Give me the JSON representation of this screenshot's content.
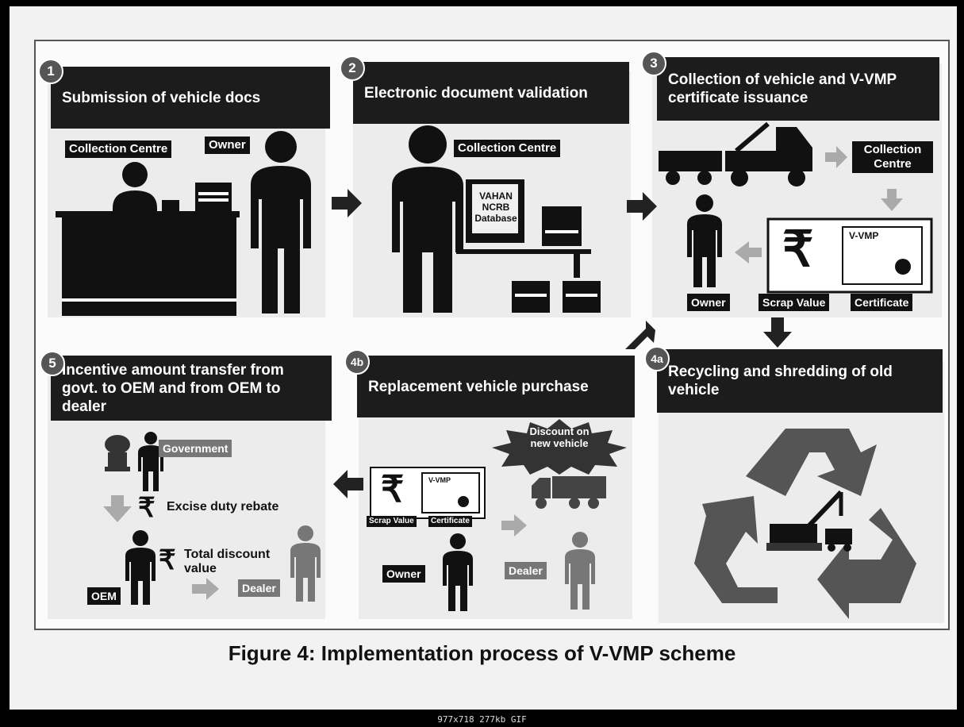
{
  "steps": [
    {
      "num": "1",
      "title": "Submission of vehicle docs"
    },
    {
      "num": "2",
      "title": "Electronic document validation"
    },
    {
      "num": "3",
      "title": "Collection of vehicle and V-VMP certificate issuance"
    },
    {
      "num": "4a",
      "title": "Recycling and shredding of old vehicle"
    },
    {
      "num": "4b",
      "title": "Replacement vehicle purchase"
    },
    {
      "num": "5",
      "title": "Incentive amount transfer from govt. to OEM and from OEM to dealer"
    }
  ],
  "labels": {
    "collection_centre": "Collection Centre",
    "owner": "Owner",
    "database": "VAHAN NCRB Database",
    "collection_centre_stacked": "Collection Centre",
    "vvmp": "V-VMP",
    "scrap_value": "Scrap Value",
    "certificate": "Certificate",
    "discount": "Discount on new vehicle",
    "dealer": "Dealer",
    "government": "Government",
    "excise": "Excise duty rebate",
    "total_discount": "Total discount value",
    "oem": "OEM",
    "rupee": "₹"
  },
  "caption": "Figure 4: Implementation process of V-VMP scheme",
  "status_bar": "977x718 277kb GIF",
  "colors": {
    "header": "#1c1c1c",
    "arrow_dark": "#222222",
    "arrow_light": "#aaaaaa"
  }
}
